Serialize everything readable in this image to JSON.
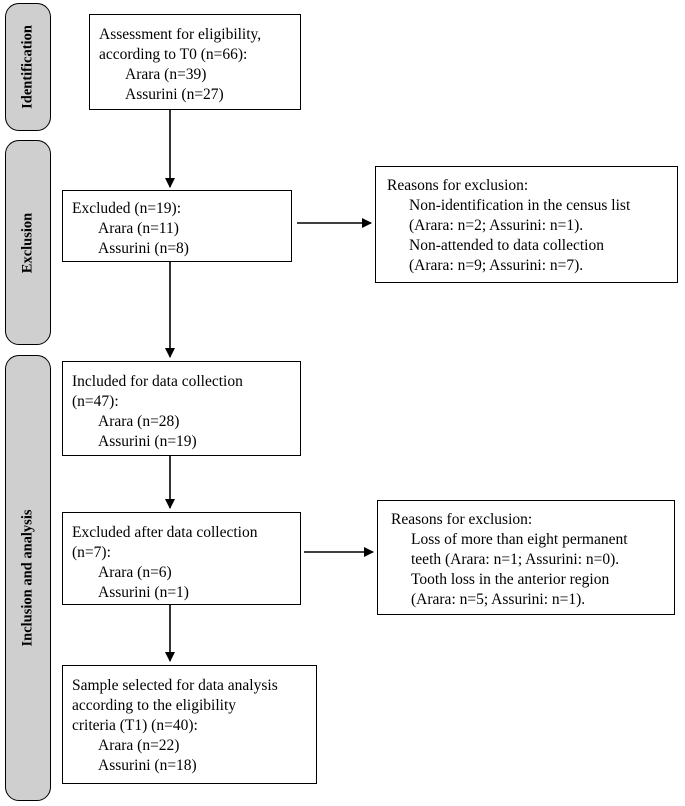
{
  "phases": {
    "identification": "Identification",
    "exclusion": "Exclusion",
    "inclusion": "Inclusion and analysis"
  },
  "boxes": {
    "assessment": {
      "lines": [
        "Assessment for eligibility,",
        "according to T0 (n=66):",
        "Arara (n=39)",
        "Assurini (n=27)"
      ]
    },
    "excluded1": {
      "lines": [
        "Excluded (n=19):",
        "Arara (n=11)",
        "Assurini (n=8)"
      ]
    },
    "reasons1": {
      "lines": [
        "Reasons for exclusion:",
        "Non-identification in the census list",
        "(Arara: n=2; Assurini: n=1).",
        "Non-attended to data collection",
        "(Arara: n=9; Assurini: n=7)."
      ]
    },
    "included": {
      "lines": [
        "Included for data collection",
        "(n=47):",
        "Arara (n=28)",
        "Assurini (n=19)"
      ]
    },
    "excluded2": {
      "lines": [
        "Excluded after data collection",
        "(n=7):",
        "Arara (n=6)",
        "Assurini (n=1)"
      ]
    },
    "reasons2": {
      "lines": [
        "Reasons for exclusion:",
        "Loss of more than eight permanent",
        "teeth (Arara: n=1; Assurini: n=0).",
        "Tooth loss in the anterior region",
        "(Arara: n=5; Assurini: n=1)."
      ]
    },
    "sample": {
      "lines": [
        "Sample selected for data analysis",
        "according to the eligibility",
        "criteria (T1) (n=40):",
        "Arara (n=22)",
        "Assurini (n=18)"
      ]
    }
  }
}
